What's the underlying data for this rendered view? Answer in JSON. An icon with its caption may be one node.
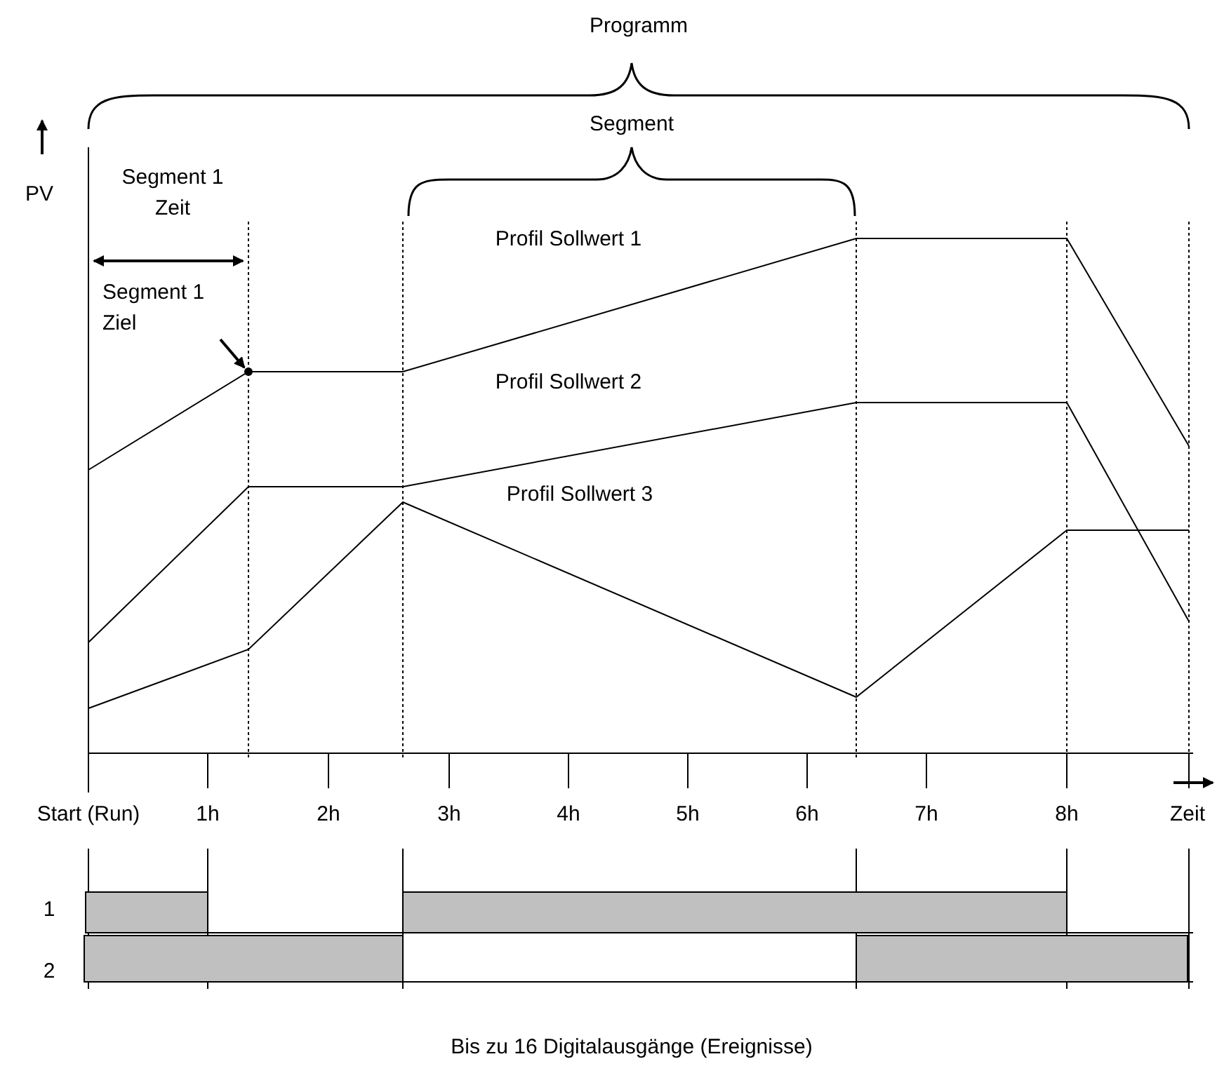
{
  "diagram": {
    "nodes": [
      {
        "text": [
          "Segment 1 Ziel"
        ]
      },
      {
        "text": [],
        "shape": "point"
      }
    ],
    "edges": [
      {
        "from": 0,
        "to": 1,
        "arrow": "to"
      }
    ],
    "labels": [
      "Programm",
      "Segment",
      "PV",
      "Segment 1 Zeit",
      "Profil Sollwert 1",
      "Profil Sollwert 2",
      "Profil Sollwert 3",
      "Start (Run)",
      "1h",
      "2h",
      "3h",
      "4h",
      "5h",
      "6h",
      "7h",
      "8h",
      "Zeit",
      "1",
      "2",
      "Bis zu 16 Digitalausgänge (Ereignisse)"
    ]
  }
}
